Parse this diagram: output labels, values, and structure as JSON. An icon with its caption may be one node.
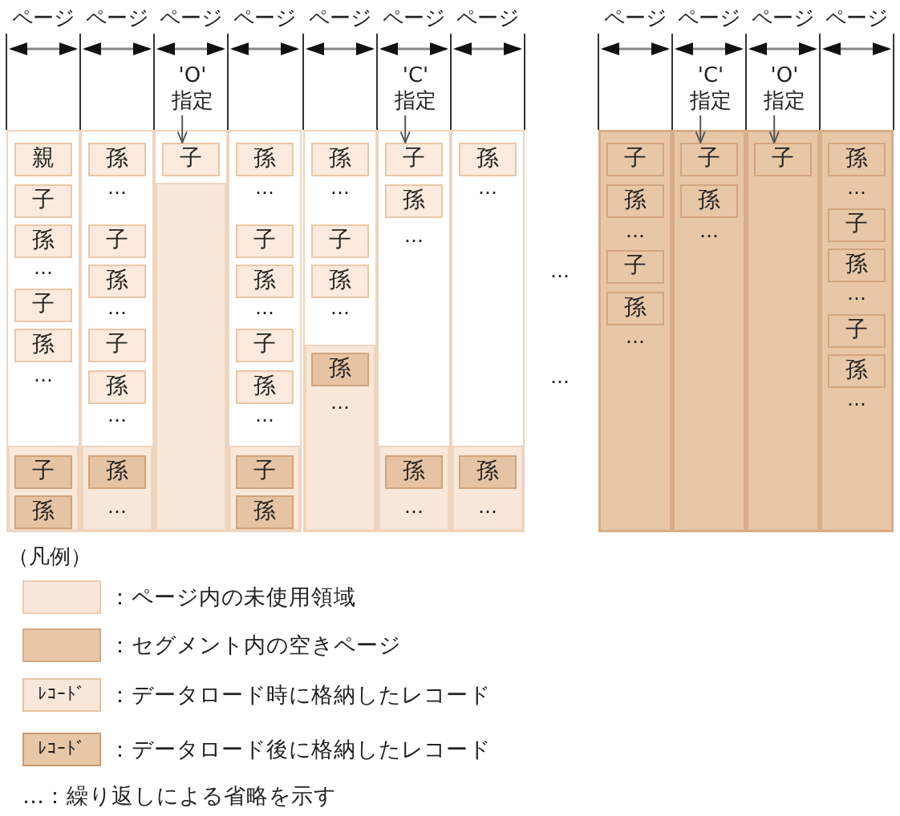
{
  "diagram": {
    "nodes": [
      {
        "text": [],
        "shape": "box"
      },
      {
        "text": [
          "親"
        ],
        "in": 0
      },
      {
        "text": [
          "子"
        ],
        "in": 0
      },
      {
        "text": [
          "孫"
        ],
        "in": 0
      },
      {
        "text": [
          "子"
        ],
        "in": 0
      },
      {
        "text": [
          "孫"
        ],
        "in": 0
      },
      {
        "text": [],
        "shape": "box",
        "in": 0
      },
      {
        "text": [
          "子"
        ],
        "in": 6
      },
      {
        "text": [
          "孫"
        ],
        "in": 6
      },
      {
        "text": [],
        "shape": "box"
      },
      {
        "text": [
          "孫"
        ],
        "in": 9
      },
      {
        "text": [
          "子"
        ],
        "in": 9
      },
      {
        "text": [
          "孫"
        ],
        "in": 9
      },
      {
        "text": [
          "子"
        ],
        "in": 9
      },
      {
        "text": [
          "孫"
        ],
        "in": 9
      },
      {
        "text": [],
        "shape": "box",
        "in": 9
      },
      {
        "text": [
          "孫"
        ],
        "in": 15
      },
      {
        "text": [
          "'O' 指定"
        ]
      },
      {
        "text": [],
        "shape": "box"
      },
      {
        "text": [
          "子"
        ],
        "in": 18
      },
      {
        "text": [],
        "shape": "box",
        "in": 18
      },
      {
        "text": [],
        "shape": "box"
      },
      {
        "text": [
          "孫"
        ],
        "in": 21
      },
      {
        "text": [
          "子"
        ],
        "in": 21
      },
      {
        "text": [
          "孫"
        ],
        "in": 21
      },
      {
        "text": [
          "子"
        ],
        "in": 21
      },
      {
        "text": [
          "孫"
        ],
        "in": 21
      },
      {
        "text": [],
        "shape": "box",
        "in": 21
      },
      {
        "text": [
          "子"
        ],
        "in": 27
      },
      {
        "text": [
          "孫"
        ],
        "in": 27
      },
      {
        "text": [],
        "shape": "box"
      },
      {
        "text": [
          "孫"
        ],
        "in": 30
      },
      {
        "text": [
          "子"
        ],
        "in": 30
      },
      {
        "text": [
          "孫"
        ],
        "in": 30
      },
      {
        "text": [],
        "shape": "box",
        "in": 30
      },
      {
        "text": [
          "孫"
        ],
        "in": 34
      },
      {
        "text": [
          "'C' 指定"
        ]
      },
      {
        "text": [],
        "shape": "box"
      },
      {
        "text": [
          "子"
        ],
        "in": 37
      },
      {
        "text": [
          "孫"
        ],
        "in": 37
      },
      {
        "text": [],
        "shape": "box",
        "in": 37
      },
      {
        "text": [
          "孫"
        ],
        "in": 40
      },
      {
        "text": [],
        "shape": "box"
      },
      {
        "text": [
          "孫"
        ],
        "in": 42
      },
      {
        "text": [],
        "shape": "box",
        "in": 42
      },
      {
        "text": [
          "孫"
        ],
        "in": 44
      },
      {
        "text": [],
        "shape": "box"
      },
      {
        "text": [
          "子"
        ],
        "in": 46
      },
      {
        "text": [
          "孫"
        ],
        "in": 46
      },
      {
        "text": [
          "子"
        ],
        "in": 46
      },
      {
        "text": [
          "孫"
        ],
        "in": 46
      },
      {
        "text": [
          "'C' 指定"
        ]
      },
      {
        "text": [],
        "shape": "box"
      },
      {
        "text": [
          "子"
        ],
        "in": 52
      },
      {
        "text": [
          "孫"
        ],
        "in": 52
      },
      {
        "text": [
          "'O' 指定"
        ]
      },
      {
        "text": [],
        "shape": "box"
      },
      {
        "text": [
          "子"
        ],
        "in": 56
      },
      {
        "text": [],
        "shape": "box"
      },
      {
        "text": [
          "孫"
        ],
        "in": 58
      },
      {
        "text": [
          "子"
        ],
        "in": 58
      },
      {
        "text": [
          "孫"
        ],
        "in": 58
      },
      {
        "text": [
          "子"
        ],
        "in": 58
      },
      {
        "text": [
          "孫"
        ],
        "in": 58
      }
    ],
    "edges": [
      {
        "from": 17,
        "to": 19,
        "arrow": "to"
      },
      {
        "from": 36,
        "to": 38,
        "arrow": "to"
      },
      {
        "from": 51,
        "to": 53,
        "arrow": "to"
      },
      {
        "from": 55,
        "to": 57,
        "arrow": "to"
      }
    ],
    "labels": [
      "ページ",
      "ページ",
      "ページ",
      "ページ",
      "ページ",
      "ページ",
      "ページ",
      "ページ",
      "ページ",
      "ページ",
      "ページ",
      "…",
      "…",
      "…",
      "…",
      "…",
      "…",
      "…",
      "…",
      "…",
      "…",
      "…",
      "…",
      "…",
      "…",
      "…",
      "…",
      "…",
      "…",
      "…",
      "…",
      "…",
      "…",
      "…",
      "…",
      "（凡例）",
      "ﾚｺｰﾄﾞ",
      "ﾚｺｰﾄﾞ"
    ],
    "legend": [
      {
        "text": "：ページ内の未使用領域",
        "color": "#f9e7d9"
      },
      {
        "text": "：セグメント内の空きページ",
        "color": "#e8c7a7"
      },
      {
        "text": "：データロード時に格納したレコード",
        "color": "#f9e7d9"
      },
      {
        "text": "：データロード後に格納したレコード",
        "color": "#e8c7a7"
      },
      {
        "text": "…：繰り返しによる省略を示す"
      }
    ]
  }
}
